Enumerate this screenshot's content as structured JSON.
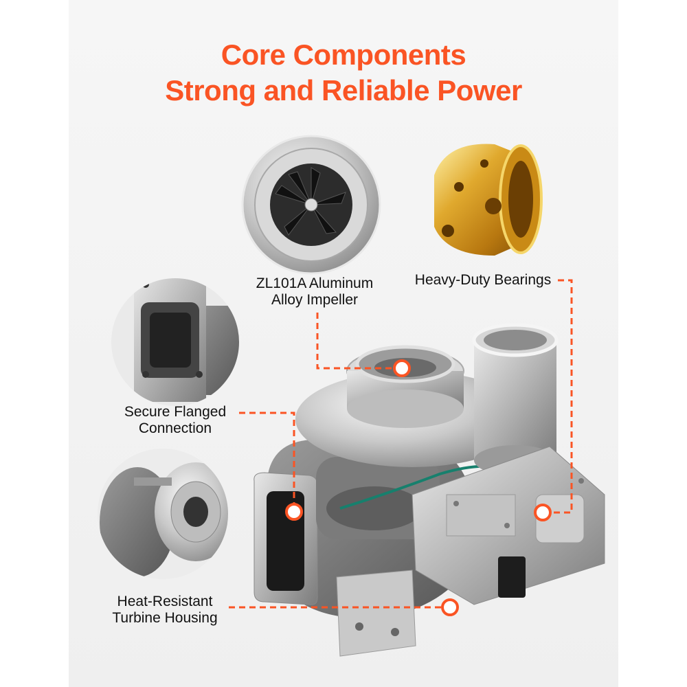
{
  "colors": {
    "accent": "#fa5424",
    "text": "#111111",
    "background": "#f2f2f2"
  },
  "header": {
    "line1": "Core Components",
    "line2": "Strong and Reliable Power"
  },
  "callouts": {
    "impeller": {
      "line1": "ZL101A Aluminum",
      "line2": "Alloy Impeller"
    },
    "bearings": {
      "line1": "Heavy-Duty Bearings"
    },
    "flange": {
      "line1": "Secure Flanged",
      "line2": "Connection"
    },
    "housing": {
      "line1": "Heat-Resistant",
      "line2": "Turbine Housing"
    }
  }
}
